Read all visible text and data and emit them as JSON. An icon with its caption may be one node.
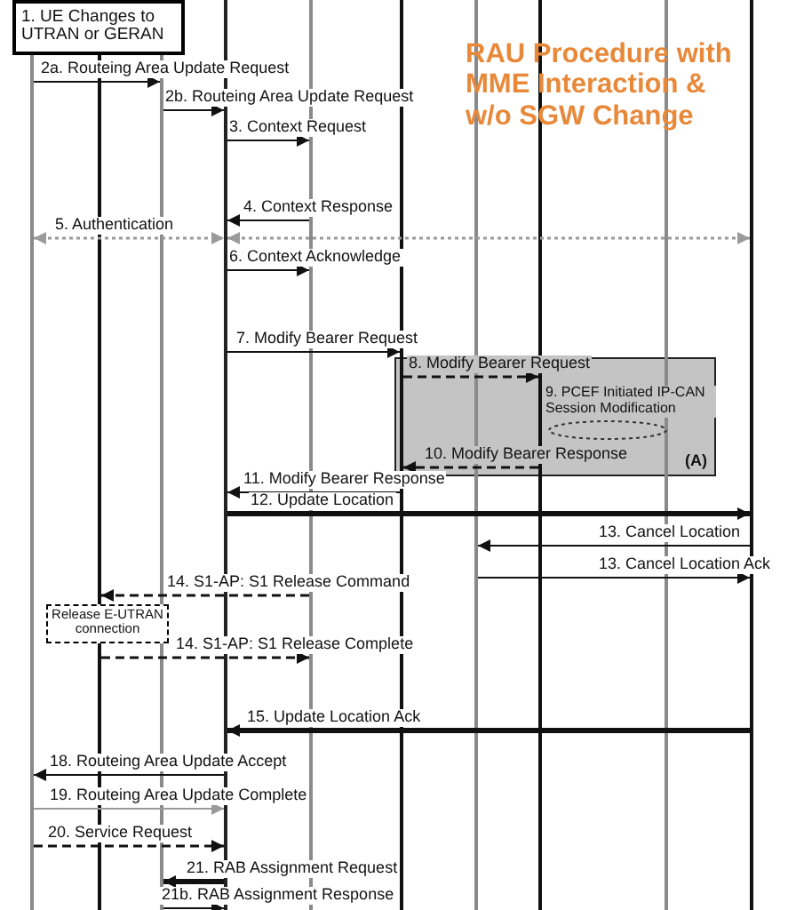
{
  "diagram": {
    "title": "RAU Procedure with MME Interaction & w/o SGW Change",
    "nodes": [
      {
        "text": [],
        "shape": "bar"
      },
      {
        "text": [],
        "shape": "bar"
      },
      {
        "text": [],
        "shape": "bar"
      },
      {
        "text": [],
        "shape": "bar"
      },
      {
        "text": [],
        "shape": "bar"
      },
      {
        "text": [],
        "shape": "bar"
      },
      {
        "text": [],
        "shape": "bar"
      },
      {
        "text": [],
        "shape": "bar"
      },
      {
        "text": [],
        "shape": "bar"
      },
      {
        "text": [],
        "shape": "bar"
      },
      {
        "text": [
          "1. UE Changes to UTRAN or GERAN"
        ]
      },
      {
        "text": [
          "(A)"
        ]
      },
      {
        "text": [
          "9. PCEF Initiated IP-CAN Session Modification"
        ],
        "in": 11
      },
      {
        "text": [
          "Release E-UTRAN connection"
        ]
      }
    ],
    "edges": [
      {
        "from": 0,
        "to": 2,
        "arrow": "to",
        "label": "2a. Routeing Area Update Request"
      },
      {
        "from": 2,
        "to": 3,
        "arrow": "to",
        "label": "2b. Routeing Area Update Request"
      },
      {
        "from": 3,
        "to": 4,
        "arrow": "to",
        "label": "3. Context Request"
      },
      {
        "from": 4,
        "to": 3,
        "arrow": "to",
        "label": "4. Context Response"
      },
      {
        "from": 0,
        "to": 3,
        "arrow": "both",
        "label": "5. Authentication",
        "style": "dashed",
        "color": "#9a9a9a"
      },
      {
        "from": 3,
        "to": 9,
        "arrow": "both",
        "style": "dashed",
        "color": "#9a9a9a"
      },
      {
        "from": 3,
        "to": 4,
        "arrow": "to",
        "label": "6. Context Acknowledge"
      },
      {
        "from": 3,
        "to": 5,
        "arrow": "to",
        "label": "7. Modify Bearer Request"
      },
      {
        "from": 5,
        "to": 7,
        "arrow": "to",
        "label": "8. Modify Bearer Request",
        "style": "dashed"
      },
      {
        "from": 7,
        "to": 5,
        "arrow": "to",
        "label": "10. Modify Bearer Response",
        "style": "dashed"
      },
      {
        "from": 5,
        "to": 3,
        "arrow": "to",
        "label": "11. Modify Bearer Response"
      },
      {
        "from": 3,
        "to": 9,
        "arrow": "to",
        "label": "12. Update Location",
        "style": "thick"
      },
      {
        "from": 9,
        "to": 6,
        "arrow": "to",
        "label": "13. Cancel Location"
      },
      {
        "from": 6,
        "to": 9,
        "arrow": "to",
        "label": "13. Cancel Location Ack"
      },
      {
        "from": 4,
        "to": 1,
        "arrow": "to",
        "label": "14. S1-AP: S1 Release Command",
        "style": "dashed"
      },
      {
        "from": 1,
        "to": 4,
        "arrow": "to",
        "label": "14. S1-AP: S1 Release Complete",
        "style": "dashed"
      },
      {
        "from": 9,
        "to": 3,
        "arrow": "to",
        "label": "15. Update Location Ack",
        "style": "thick"
      },
      {
        "from": 3,
        "to": 0,
        "arrow": "to",
        "label": "18. Routeing Area Update Accept"
      },
      {
        "from": 0,
        "to": 3,
        "arrow": "to",
        "label": "19. Routeing Area Update Complete",
        "color": "#9a9a9a"
      },
      {
        "from": 0,
        "to": 3,
        "arrow": "to",
        "label": "20. Service Request",
        "style": "dashed"
      },
      {
        "from": 3,
        "to": 2,
        "arrow": "to",
        "label": "21. RAB Assignment Request",
        "style": "thick"
      },
      {
        "from": 2,
        "to": 3,
        "arrow": "to",
        "label": "21b. RAB Assignment Response"
      }
    ]
  }
}
